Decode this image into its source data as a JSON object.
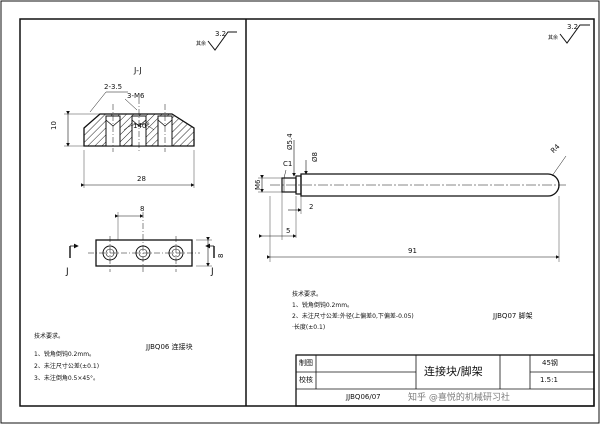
{
  "left_part": {
    "roughness_other": "其余",
    "roughness_value": "3.2",
    "section_label": "J-J",
    "dim_chamfer": "2-3.5",
    "dim_thread": "3-M6",
    "dim_angle": "140°",
    "dim_height": "10",
    "dim_width": "28",
    "dim_pitch": "8",
    "dim_depth": "8",
    "view_marker": "J",
    "part_label": "JJBQ06 连接块",
    "tech_title": "技术要求。",
    "tech_items": [
      "1、锐角倒钝0.2mm。",
      "2、未注尺寸公差(±0.1)",
      "3、未注倒角0.5×45°。"
    ]
  },
  "right_part": {
    "roughness_other": "其余",
    "roughness_value": "3.2",
    "dim_chamfer": "C1",
    "dim_dia_small": "Ø5.4",
    "dim_dia": "Ø8",
    "dim_thread": "M6",
    "dim_step": "2",
    "dim_thread_len": "5",
    "dim_length": "91",
    "dim_radius": "R4",
    "part_label": "JJBQ07 脚架",
    "tech_title": "技术要求。",
    "tech_items": [
      "1、锐角倒钝0.2mm。",
      "2、未注尺寸公差:外径(上偏差0,下偏差-0.05)",
      "·长度(±0.1)"
    ]
  },
  "title_block": {
    "drawn": "制图",
    "checked": "校核",
    "name": "连接块/脚架",
    "material": "45钢",
    "scale": "1.5:1",
    "drawing_no": "JJBQ06/07",
    "watermark": "知乎 @喜悦的机械研习社"
  }
}
